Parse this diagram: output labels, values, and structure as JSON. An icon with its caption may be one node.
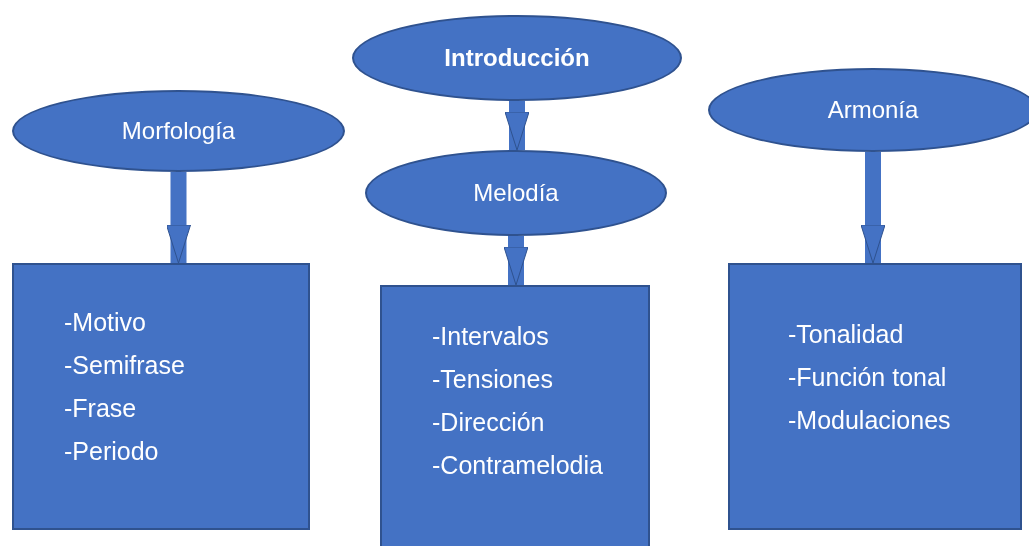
{
  "diagram": {
    "nodes": [
      {
        "text": [
          "Introducción"
        ]
      },
      {
        "text": [
          "Morfología"
        ]
      },
      {
        "text": [
          "Armonía"
        ]
      },
      {
        "text": [
          "Melodía"
        ]
      },
      {
        "text": [
          "-Motivo",
          "-Semifrase",
          "-Frase",
          "-Periodo"
        ]
      },
      {
        "text": [
          "-Intervalos",
          "-Tensiones",
          "-Dirección",
          "-Contramelodia"
        ]
      },
      {
        "text": [
          "-Tonalidad",
          "-Función tonal",
          "-Modulaciones"
        ]
      }
    ],
    "edges": [
      {
        "from": 0,
        "to": 3,
        "arrow": "to"
      },
      {
        "from": 1,
        "to": 4,
        "arrow": "to"
      },
      {
        "from": 3,
        "to": 5,
        "arrow": "to"
      },
      {
        "from": 2,
        "to": 6,
        "arrow": "to"
      }
    ]
  }
}
